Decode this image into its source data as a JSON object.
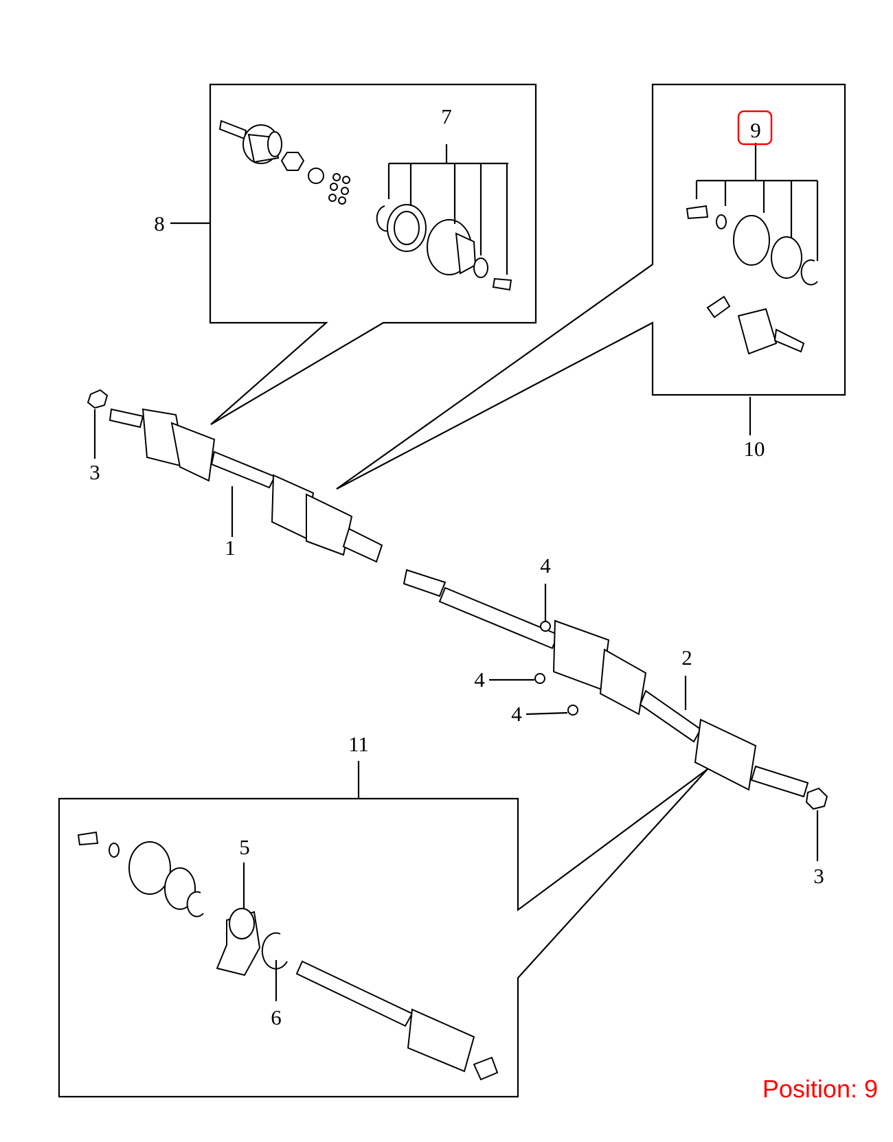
{
  "labels": {
    "l1": "1",
    "l2": "2",
    "l3a": "3",
    "l3b": "3",
    "l4a": "4",
    "l4b": "4",
    "l4c": "4",
    "l5": "5",
    "l6": "6",
    "l7": "7",
    "l8": "8",
    "l9": "9",
    "l10": "10",
    "l11": "11"
  },
  "highlight": {
    "part": "9",
    "color": "#ff0000"
  },
  "position_text": "Position: 9"
}
